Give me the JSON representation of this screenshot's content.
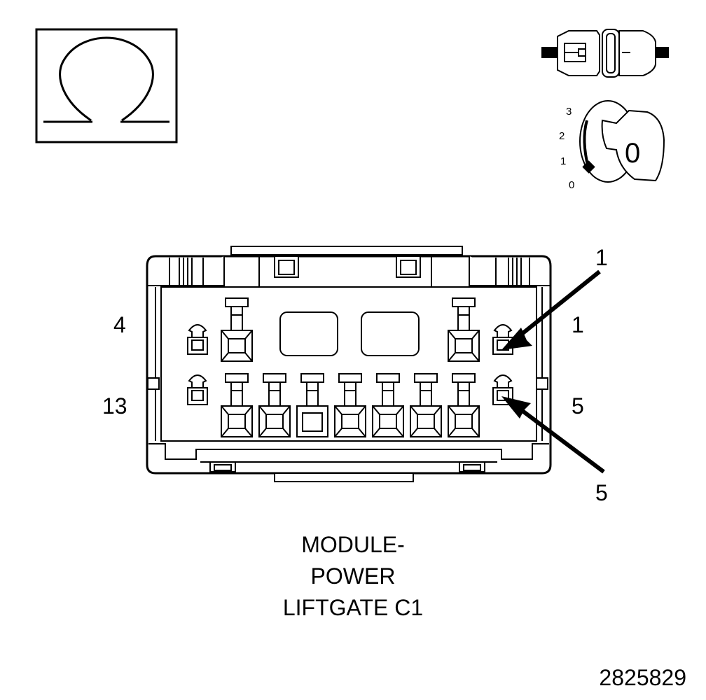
{
  "symbols": {
    "ohm_meter_icon": "ohm-symbol-icon",
    "disconnect_icon": "connector-disconnected-icon",
    "ignition_icon": "ignition-key-icon",
    "ignition_positions": [
      "3",
      "2",
      "1",
      "0"
    ],
    "ignition_key_text": "0"
  },
  "connector": {
    "pin_labels": {
      "top_left": "4",
      "top_right": "1",
      "bottom_left": "13",
      "bottom_right": "5"
    },
    "callouts": {
      "top": "1",
      "bottom": "5"
    },
    "title_lines": [
      "MODULE-",
      "POWER",
      "LIFTGATE C1"
    ]
  },
  "figure_number": "2825829"
}
